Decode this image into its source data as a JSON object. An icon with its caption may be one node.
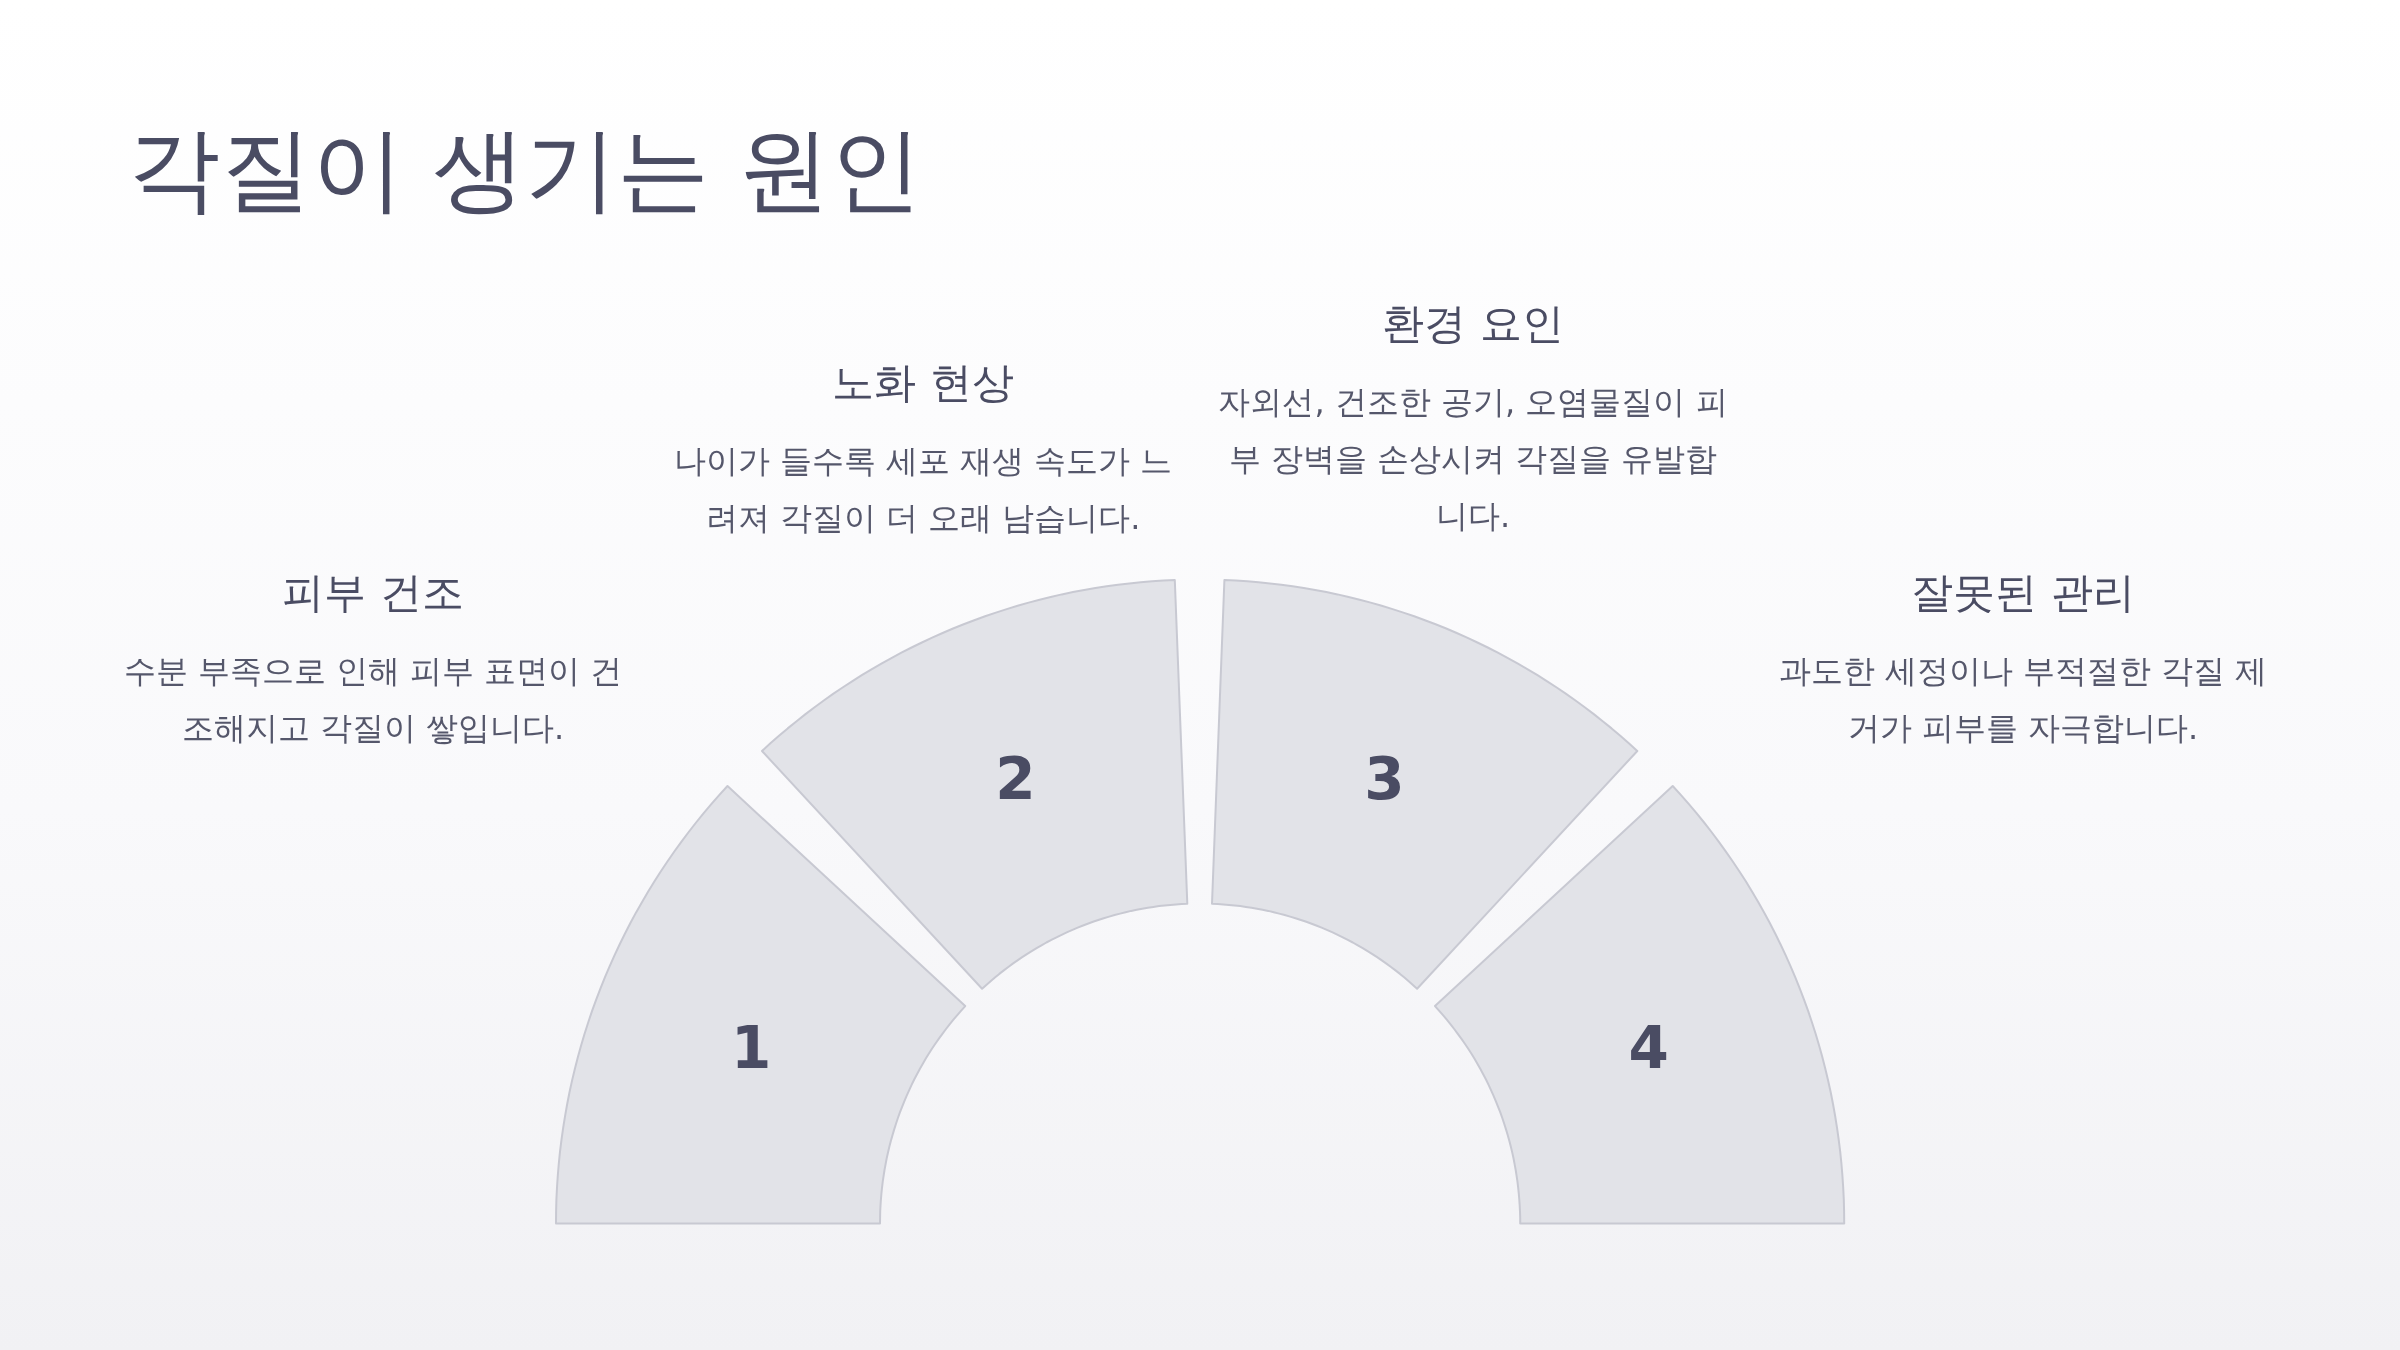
{
  "diagram": {
    "title": "각질이 생기는 원인",
    "nodes": [
      {
        "text": [
          "1"
        ],
        "beside": [
          "피부 건조",
          "수분 부족으로 인해 피부 표면이 건조해지고 각질이 쌓입니다."
        ]
      },
      {
        "text": [
          "2"
        ],
        "beside": [
          "노화 현상",
          "나이가 들수록 세포 재생 속도가 느려져 각질이 더 오래 남습니다."
        ]
      },
      {
        "text": [
          "3"
        ],
        "beside": [
          "환경 요인",
          "자외선, 건조한 공기, 오염물질이 피부 장벽을 손상시켜 각질을 유발합니다."
        ]
      },
      {
        "text": [
          "4"
        ],
        "beside": [
          "잘못된 관리",
          "과도한 세정이나 부적절한 각질 제거가 피부를 자극합니다."
        ]
      }
    ]
  }
}
